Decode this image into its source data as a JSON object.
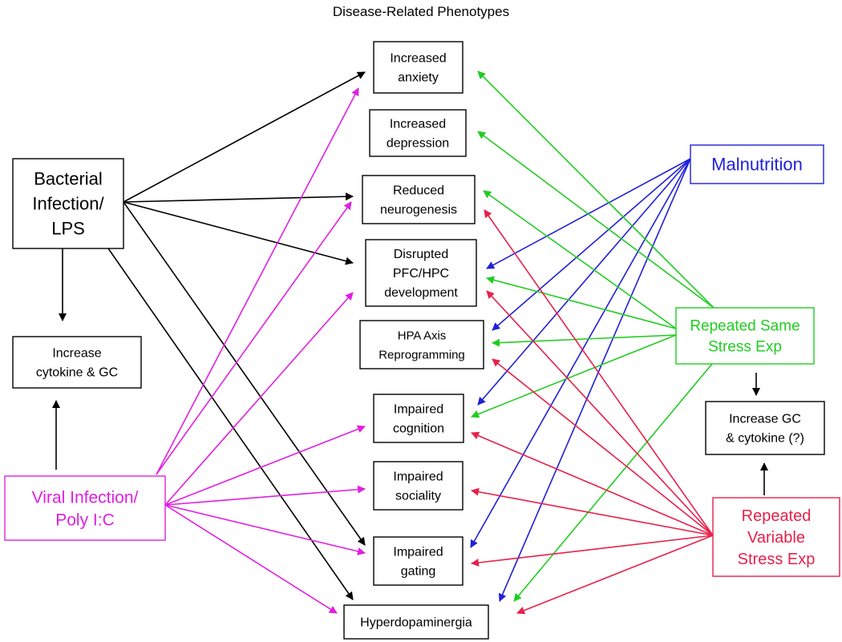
{
  "title": "Disease-Related Phenotypes",
  "colors": {
    "black": "#000000",
    "magenta": "#e020e0",
    "blue": "#2020d8",
    "green": "#22cc22",
    "red": "#e8204a"
  },
  "sources": {
    "bacterial": {
      "lines": [
        "Bacterial",
        "Infection/",
        "LPS"
      ],
      "color": "#000000"
    },
    "cytokine_left": {
      "lines": [
        "Increase",
        "cytokine & GC"
      ],
      "color": "#000000"
    },
    "viral": {
      "lines": [
        "Viral Infection/",
        "Poly I:C"
      ],
      "color": "#e020e0"
    },
    "malnutrition": {
      "lines": [
        "Malnutrition"
      ],
      "color": "#2020d8"
    },
    "same_stress": {
      "lines": [
        "Repeated Same",
        "Stress Exp"
      ],
      "color": "#22cc22"
    },
    "gc_right": {
      "lines": [
        "Increase GC",
        "& cytokine (?)"
      ],
      "color": "#000000"
    },
    "variable_stress": {
      "lines": [
        "Repeated",
        "Variable",
        "Stress Exp"
      ],
      "color": "#e8204a"
    }
  },
  "phenotypes": {
    "anxiety": [
      "Increased",
      "anxiety"
    ],
    "depression": [
      "Increased",
      "depression"
    ],
    "neurogenesis": [
      "Reduced",
      "neurogenesis"
    ],
    "pfc": [
      "Disrupted",
      "PFC/HPC",
      "development"
    ],
    "hpa": [
      "HPA Axis",
      "Reprogramming"
    ],
    "cognition": [
      "Impaired",
      "cognition"
    ],
    "sociality": [
      "Impaired",
      "sociality"
    ],
    "gating": [
      "Impaired",
      "gating"
    ],
    "hyperdopaminergia": [
      "Hyperdopaminergia"
    ]
  },
  "edges": [
    {
      "from": "bacterial",
      "to": "anxiety",
      "color": "black"
    },
    {
      "from": "bacterial",
      "to": "neurogenesis",
      "color": "black"
    },
    {
      "from": "bacterial",
      "to": "pfc",
      "color": "black"
    },
    {
      "from": "bacterial",
      "to": "gating",
      "color": "black"
    },
    {
      "from": "bacterial",
      "to": "hyperdopaminergia",
      "color": "black"
    },
    {
      "from": "bacterial",
      "to": "cytokine_left",
      "color": "black"
    },
    {
      "from": "viral",
      "to": "cytokine_left",
      "color": "black"
    },
    {
      "from": "viral",
      "to": "anxiety",
      "color": "magenta"
    },
    {
      "from": "viral",
      "to": "neurogenesis",
      "color": "magenta"
    },
    {
      "from": "viral",
      "to": "pfc",
      "color": "magenta"
    },
    {
      "from": "viral",
      "to": "cognition",
      "color": "magenta"
    },
    {
      "from": "viral",
      "to": "sociality",
      "color": "magenta"
    },
    {
      "from": "viral",
      "to": "gating",
      "color": "magenta"
    },
    {
      "from": "viral",
      "to": "hyperdopaminergia",
      "color": "magenta"
    },
    {
      "from": "malnutrition",
      "to": "pfc",
      "color": "blue"
    },
    {
      "from": "malnutrition",
      "to": "hpa",
      "color": "blue"
    },
    {
      "from": "malnutrition",
      "to": "cognition",
      "color": "blue"
    },
    {
      "from": "malnutrition",
      "to": "gating",
      "color": "blue"
    },
    {
      "from": "malnutrition",
      "to": "hyperdopaminergia",
      "color": "blue"
    },
    {
      "from": "same_stress",
      "to": "anxiety",
      "color": "green"
    },
    {
      "from": "same_stress",
      "to": "depression",
      "color": "green"
    },
    {
      "from": "same_stress",
      "to": "neurogenesis",
      "color": "green"
    },
    {
      "from": "same_stress",
      "to": "pfc",
      "color": "green"
    },
    {
      "from": "same_stress",
      "to": "hpa",
      "color": "green"
    },
    {
      "from": "same_stress",
      "to": "cognition",
      "color": "green"
    },
    {
      "from": "same_stress",
      "to": "hyperdopaminergia",
      "color": "green"
    },
    {
      "from": "same_stress",
      "to": "gc_right",
      "color": "black"
    },
    {
      "from": "variable_stress",
      "to": "gc_right",
      "color": "black"
    },
    {
      "from": "variable_stress",
      "to": "neurogenesis",
      "color": "red"
    },
    {
      "from": "variable_stress",
      "to": "pfc",
      "color": "red"
    },
    {
      "from": "variable_stress",
      "to": "hpa",
      "color": "red"
    },
    {
      "from": "variable_stress",
      "to": "cognition",
      "color": "red"
    },
    {
      "from": "variable_stress",
      "to": "sociality",
      "color": "red"
    },
    {
      "from": "variable_stress",
      "to": "gating",
      "color": "red"
    },
    {
      "from": "variable_stress",
      "to": "hyperdopaminergia",
      "color": "red"
    }
  ]
}
